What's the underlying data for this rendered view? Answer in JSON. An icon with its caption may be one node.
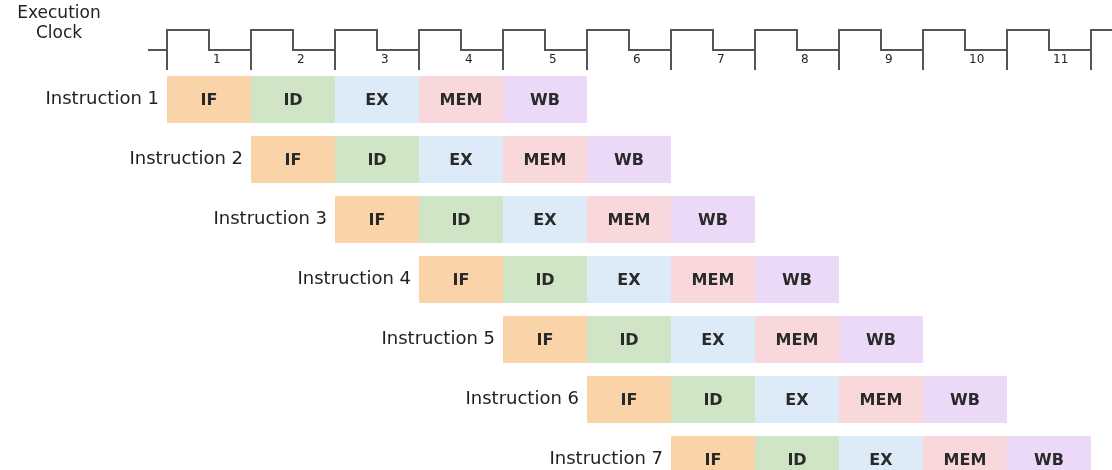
{
  "diagram": {
    "nodes": [
      {
        "text": [
          "IF"
        ]
      },
      {
        "text": [
          "ID"
        ]
      },
      {
        "text": [
          "EX"
        ]
      },
      {
        "text": [
          "MEM"
        ]
      },
      {
        "text": [
          "WB"
        ]
      },
      {
        "text": [
          "IF"
        ]
      },
      {
        "text": [
          "ID"
        ]
      },
      {
        "text": [
          "EX"
        ]
      },
      {
        "text": [
          "MEM"
        ]
      },
      {
        "text": [
          "WB"
        ]
      },
      {
        "text": [
          "IF"
        ]
      },
      {
        "text": [
          "ID"
        ]
      },
      {
        "text": [
          "EX"
        ]
      },
      {
        "text": [
          "MEM"
        ]
      },
      {
        "text": [
          "WB"
        ]
      },
      {
        "text": [
          "IF"
        ]
      },
      {
        "text": [
          "ID"
        ]
      },
      {
        "text": [
          "EX"
        ]
      },
      {
        "text": [
          "MEM"
        ]
      },
      {
        "text": [
          "WB"
        ]
      },
      {
        "text": [
          "IF"
        ]
      },
      {
        "text": [
          "ID"
        ]
      },
      {
        "text": [
          "EX"
        ]
      },
      {
        "text": [
          "MEM"
        ]
      },
      {
        "text": [
          "WB"
        ]
      },
      {
        "text": [
          "IF"
        ]
      },
      {
        "text": [
          "ID"
        ]
      },
      {
        "text": [
          "EX"
        ]
      },
      {
        "text": [
          "MEM"
        ]
      },
      {
        "text": [
          "WB"
        ]
      },
      {
        "text": [
          "IF"
        ]
      },
      {
        "text": [
          "ID"
        ]
      },
      {
        "text": [
          "EX"
        ]
      },
      {
        "text": [
          "MEM"
        ]
      },
      {
        "text": [
          "WB"
        ]
      }
    ],
    "labels": [
      "Execution Clock",
      "1",
      "2",
      "3",
      "4",
      "5",
      "6",
      "7",
      "8",
      "9",
      "10",
      "11",
      "Instruction 1",
      "Instruction 2",
      "Instruction 3",
      "Instruction 4",
      "Instruction 5",
      "Instruction 6",
      "Instruction 7"
    ]
  }
}
